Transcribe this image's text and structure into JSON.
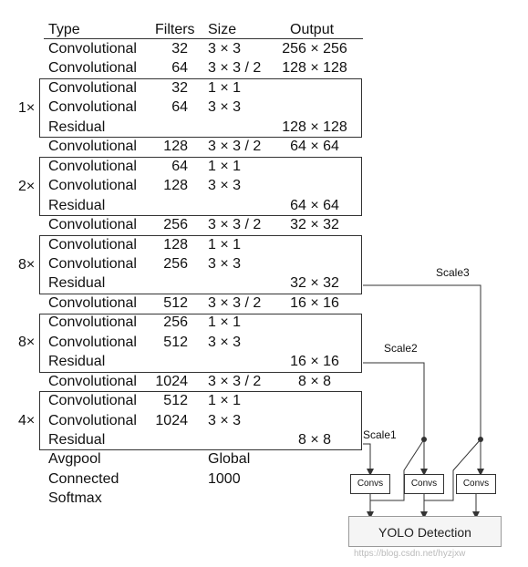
{
  "headers": {
    "type": "Type",
    "filters": "Filters",
    "size": "Size",
    "output": "Output"
  },
  "rows": [
    {
      "type": "Convolutional",
      "filters": "32",
      "size": "3 × 3",
      "output": "256 × 256"
    },
    {
      "type": "Convolutional",
      "filters": "64",
      "size": "3 × 3 / 2",
      "output": "128 × 128"
    },
    {
      "type": "Convolutional",
      "filters": "32",
      "size": "1 × 1",
      "output": ""
    },
    {
      "type": "Convolutional",
      "filters": "64",
      "size": "3 × 3",
      "output": ""
    },
    {
      "type": "Residual",
      "filters": "",
      "size": "",
      "output": "128 × 128"
    },
    {
      "type": "Convolutional",
      "filters": "128",
      "size": "3 × 3 / 2",
      "output": "64 × 64"
    },
    {
      "type": "Convolutional",
      "filters": "64",
      "size": "1 × 1",
      "output": ""
    },
    {
      "type": "Convolutional",
      "filters": "128",
      "size": "3 × 3",
      "output": ""
    },
    {
      "type": "Residual",
      "filters": "",
      "size": "",
      "output": "64 × 64"
    },
    {
      "type": "Convolutional",
      "filters": "256",
      "size": "3 × 3 / 2",
      "output": "32 × 32"
    },
    {
      "type": "Convolutional",
      "filters": "128",
      "size": "1 × 1",
      "output": ""
    },
    {
      "type": "Convolutional",
      "filters": "256",
      "size": "3 × 3",
      "output": ""
    },
    {
      "type": "Residual",
      "filters": "",
      "size": "",
      "output": "32 × 32"
    },
    {
      "type": "Convolutional",
      "filters": "512",
      "size": "3 × 3 / 2",
      "output": "16 × 16"
    },
    {
      "type": "Convolutional",
      "filters": "256",
      "size": "1 × 1",
      "output": ""
    },
    {
      "type": "Convolutional",
      "filters": "512",
      "size": "3 × 3",
      "output": ""
    },
    {
      "type": "Residual",
      "filters": "",
      "size": "",
      "output": "16 × 16"
    },
    {
      "type": "Convolutional",
      "filters": "1024",
      "size": "3 × 3 / 2",
      "output": "8 × 8"
    },
    {
      "type": "Convolutional",
      "filters": "512",
      "size": "1 × 1",
      "output": ""
    },
    {
      "type": "Convolutional",
      "filters": "1024",
      "size": "3 × 3",
      "output": ""
    },
    {
      "type": "Residual",
      "filters": "",
      "size": "",
      "output": "8 × 8"
    },
    {
      "type": "Avgpool",
      "filters": "",
      "size": "Global",
      "output": ""
    },
    {
      "type": "Connected",
      "filters": "",
      "size": "1000",
      "output": ""
    },
    {
      "type": "Softmax",
      "filters": "",
      "size": "",
      "output": ""
    }
  ],
  "multipliers": [
    "1×",
    "2×",
    "8×",
    "8×",
    "4×"
  ],
  "scales": {
    "scale1": "Scale1",
    "scale2": "Scale2",
    "scale3": "Scale3"
  },
  "convs_label": "Convs",
  "detection_label": "YOLO Detection",
  "watermark": "https://blog.csdn.net/hyzjxw"
}
